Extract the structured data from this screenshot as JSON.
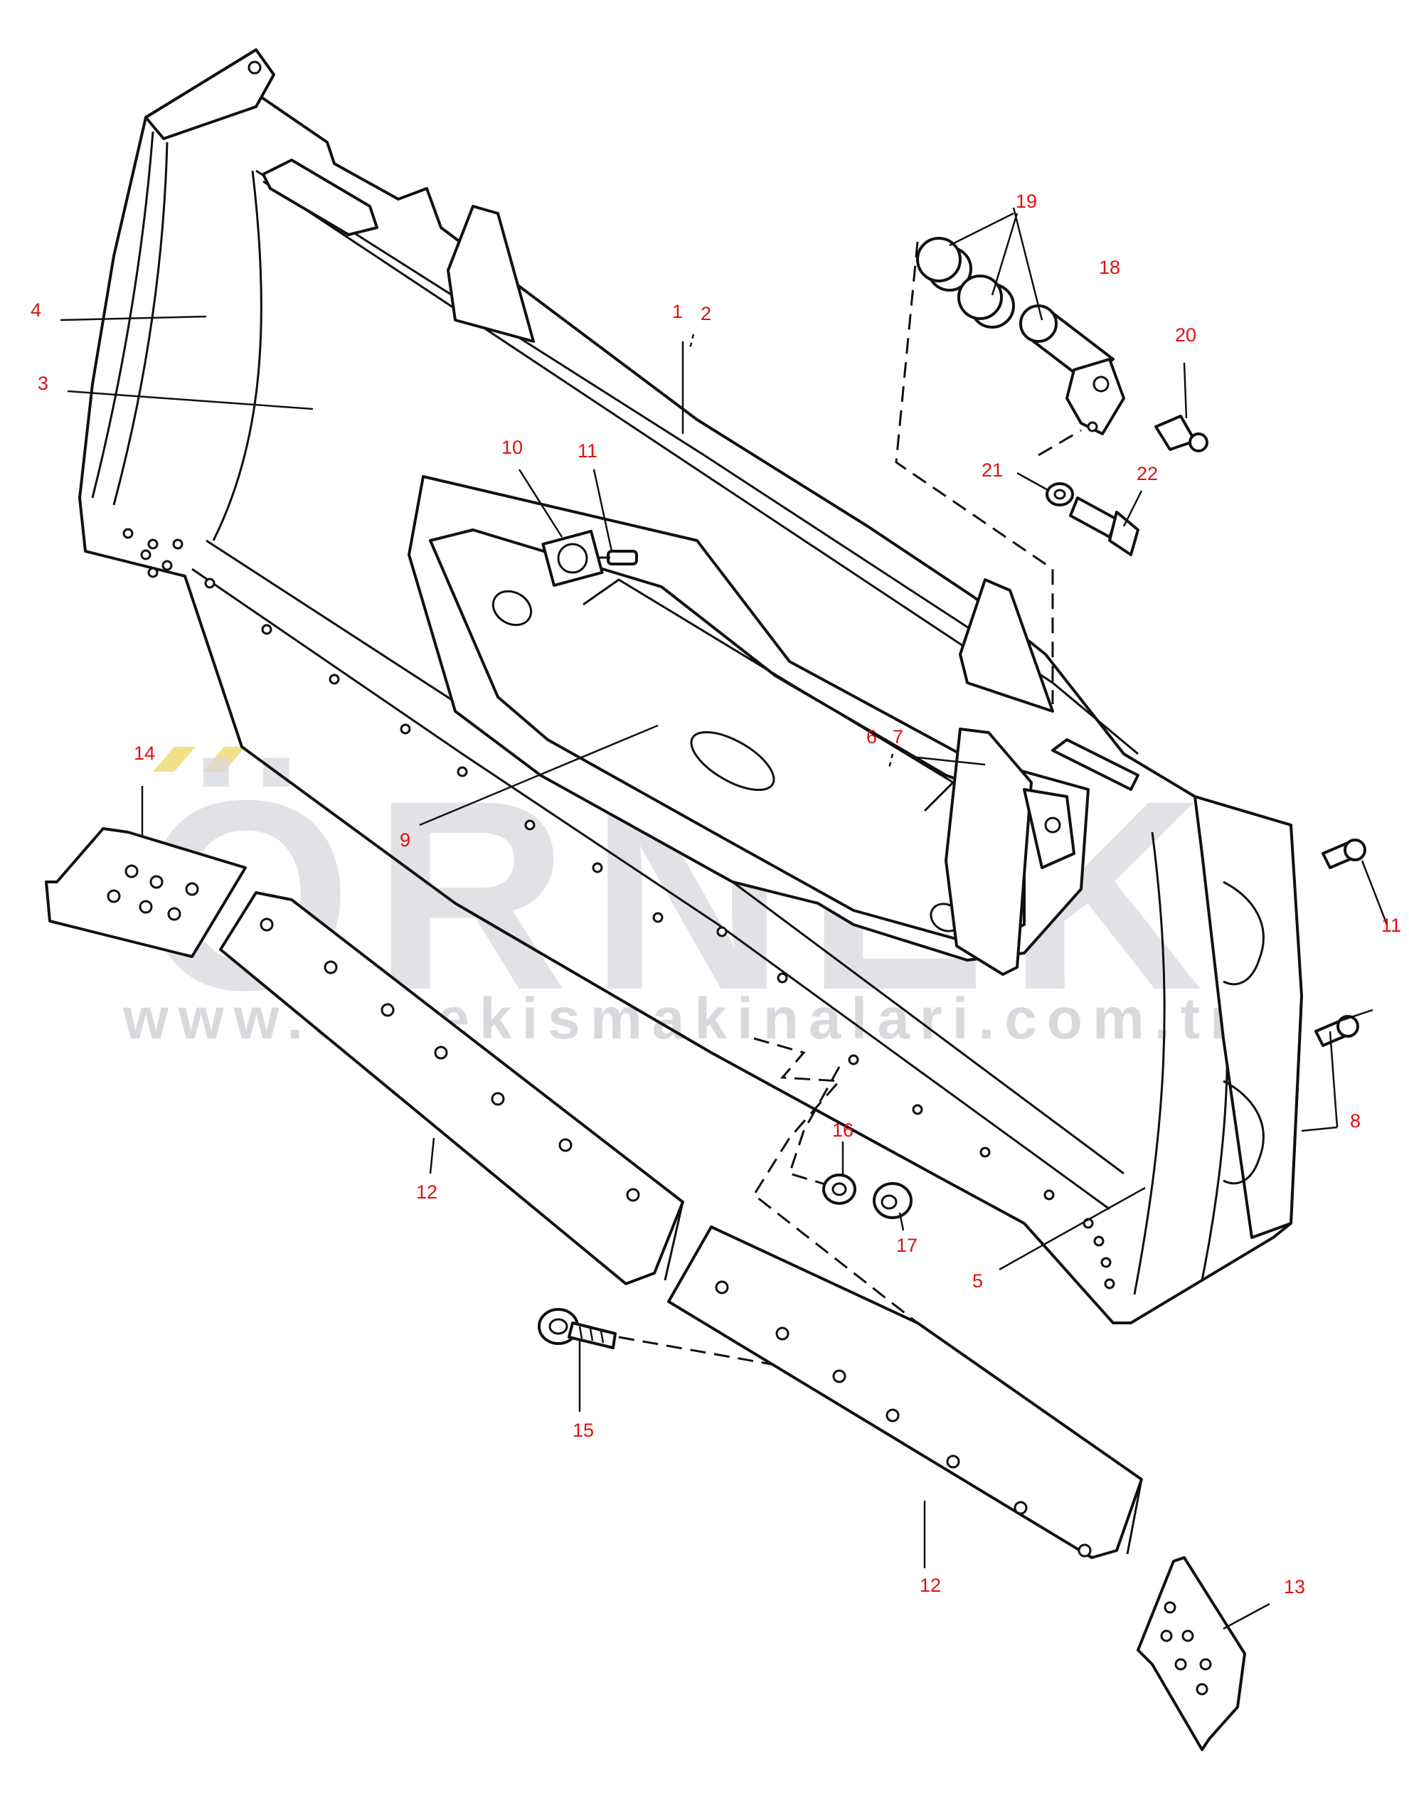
{
  "diagram": {
    "type": "exploded-parts-diagram",
    "callouts": [
      {
        "id": "c1",
        "text": "1"
      },
      {
        "id": "c2",
        "text": "2"
      },
      {
        "id": "c3",
        "text": "3"
      },
      {
        "id": "c4",
        "text": "4"
      },
      {
        "id": "c5",
        "text": "5"
      },
      {
        "id": "c6",
        "text": "6"
      },
      {
        "id": "c7",
        "text": "7"
      },
      {
        "id": "c8",
        "text": "8"
      },
      {
        "id": "c9",
        "text": "9"
      },
      {
        "id": "c10",
        "text": "10"
      },
      {
        "id": "c11a",
        "text": "11"
      },
      {
        "id": "c11b",
        "text": "11"
      },
      {
        "id": "c12a",
        "text": "12"
      },
      {
        "id": "c12b",
        "text": "12"
      },
      {
        "id": "c13",
        "text": "13"
      },
      {
        "id": "c14",
        "text": "14"
      },
      {
        "id": "c15",
        "text": "15"
      },
      {
        "id": "c16",
        "text": "16"
      },
      {
        "id": "c17",
        "text": "17"
      },
      {
        "id": "c18",
        "text": "18"
      },
      {
        "id": "c19",
        "text": "19"
      },
      {
        "id": "c20",
        "text": "20"
      },
      {
        "id": "c21",
        "text": "21"
      },
      {
        "id": "c22",
        "text": "22"
      }
    ],
    "callout_color": "#e01010",
    "line_color": "#111111"
  },
  "watermark": {
    "logo_text": "ÖRNEK",
    "url_text": "www.ornekismakinalari.com.tr",
    "logo_color": "#d8d8de",
    "accent_color": "#f2e08a"
  }
}
